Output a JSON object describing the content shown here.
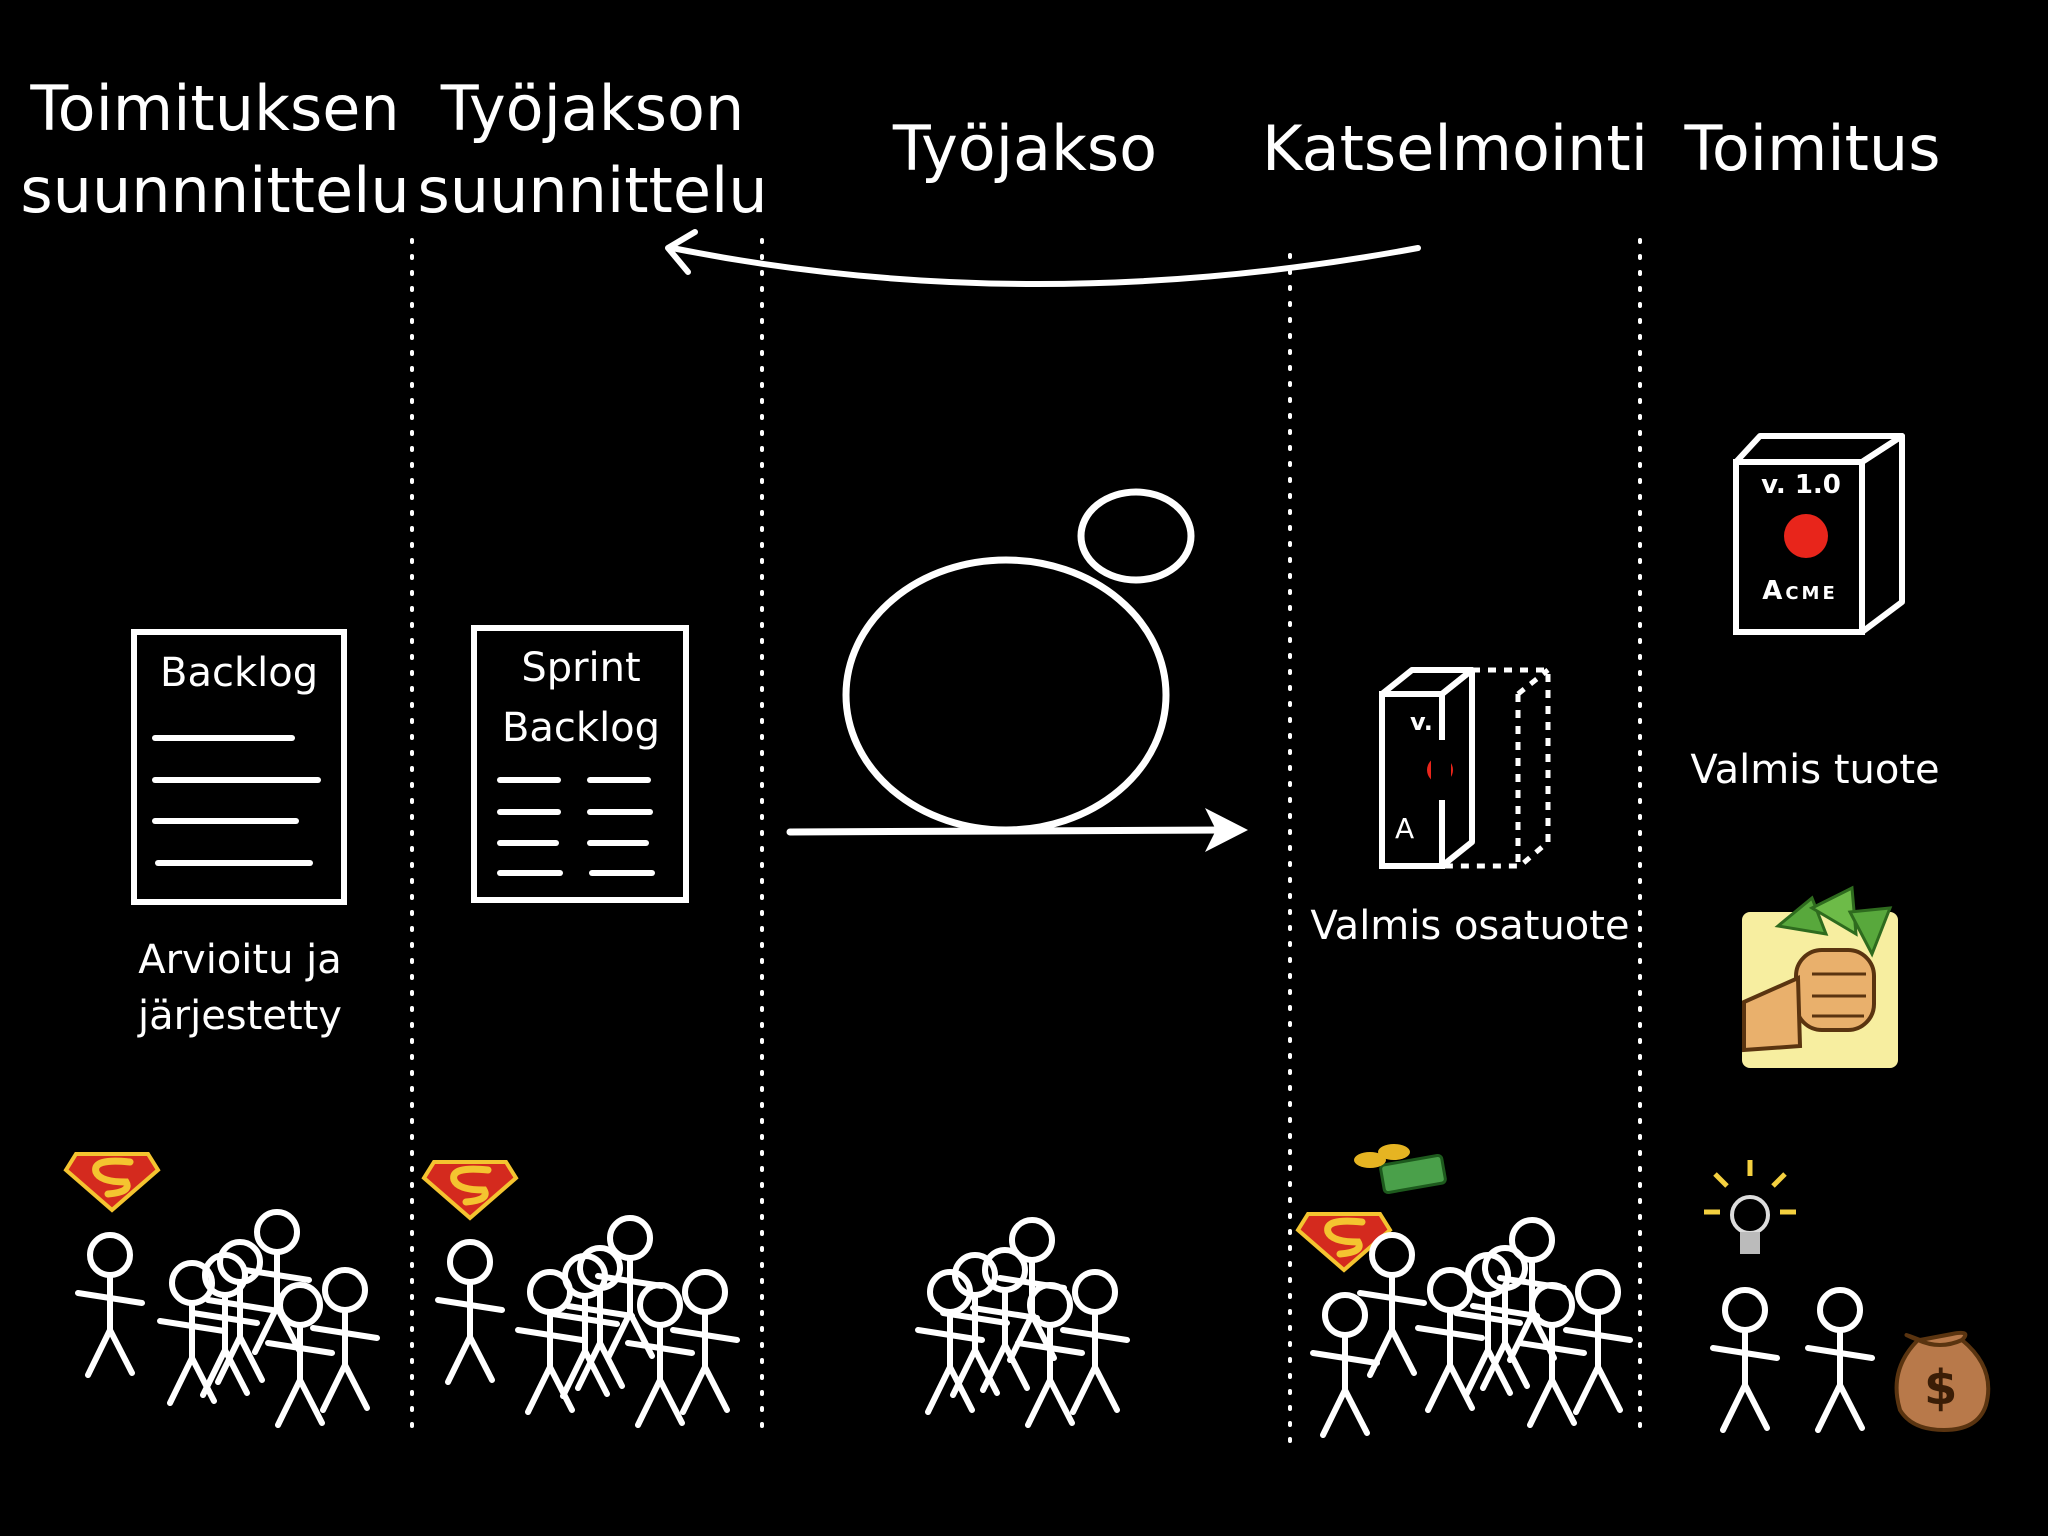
{
  "columns": [
    {
      "title_line1": "Toimituksen",
      "title_line2": "suunnnittelu"
    },
    {
      "title_line1": "Työjakson",
      "title_line2": "suunnittelu"
    },
    {
      "title": "Työjakso"
    },
    {
      "title": "Katselmointi"
    },
    {
      "title": "Toimitus"
    }
  ],
  "backlog": {
    "label": "Backlog",
    "caption_line1": "Arvioitu ja",
    "caption_line2": "järjestetty"
  },
  "sprint_backlog": {
    "label_line1": "Sprint",
    "label_line2": "Backlog"
  },
  "increment": {
    "box_label_v": "v.",
    "box_label_a": "A",
    "caption": "Valmis osatuote"
  },
  "product": {
    "version": "v. 1.0",
    "brand": "Acme",
    "caption": "Valmis tuote"
  },
  "icons": [
    "superman-icon",
    "stick-figure-icon",
    "money-icon",
    "lightbulb-icon",
    "money-bag-icon",
    "fist-with-cash-icon"
  ],
  "colors": {
    "background": "#000000",
    "ink": "#ffffff",
    "dot_red": "#e8251b",
    "superman_red": "#d42a1e",
    "superman_yellow": "#f4c430"
  }
}
